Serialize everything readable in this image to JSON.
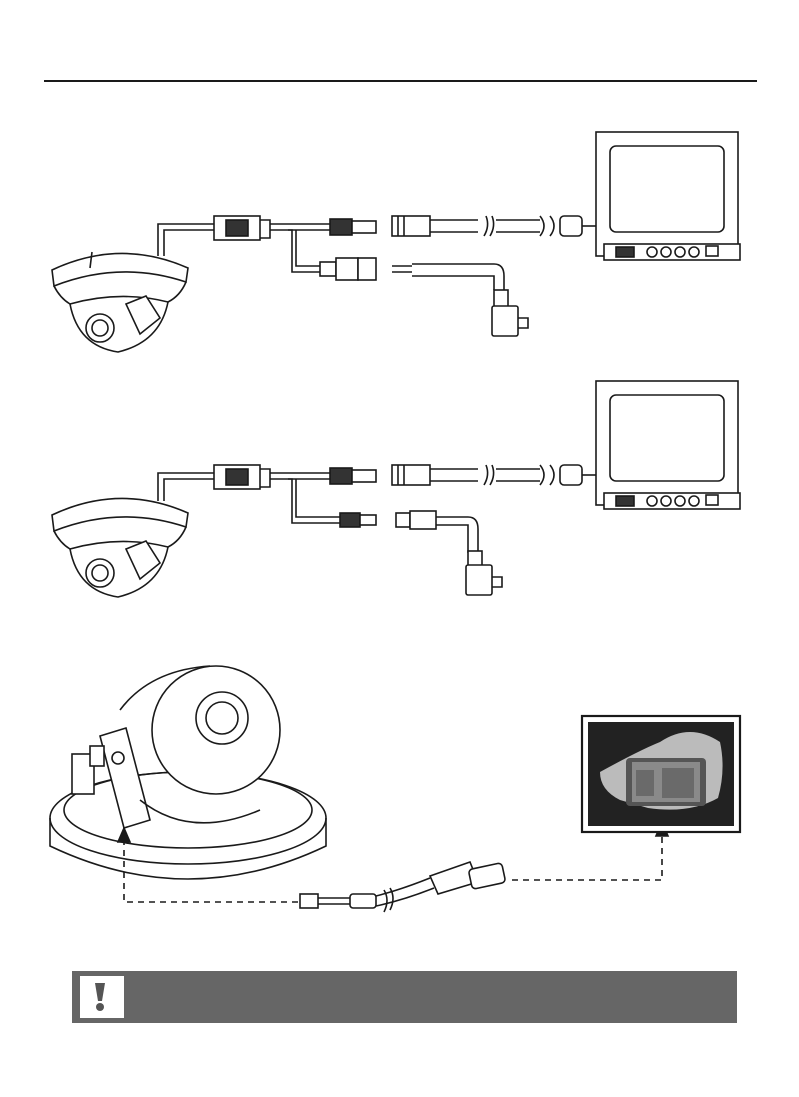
{
  "note": {
    "text": "",
    "icon": "exclamation-icon"
  },
  "colors": {
    "line": "#1a1a1a",
    "note_bar": "#666666",
    "note_icon_bg": "#ffffff"
  },
  "diagrams": [
    {
      "id": "power-12v-terminal",
      "devices": [
        "dome-camera",
        "bnc-video-cable",
        "monitor",
        "terminal-block-power",
        "power-adapter"
      ]
    },
    {
      "id": "power-dc-jack",
      "devices": [
        "dome-camera",
        "bnc-video-cable",
        "monitor",
        "dc-jack-power",
        "power-adapter"
      ]
    },
    {
      "id": "test-monitor-output",
      "devices": [
        "open-dome-camera",
        "service-cable",
        "handheld-test-monitor"
      ]
    }
  ]
}
